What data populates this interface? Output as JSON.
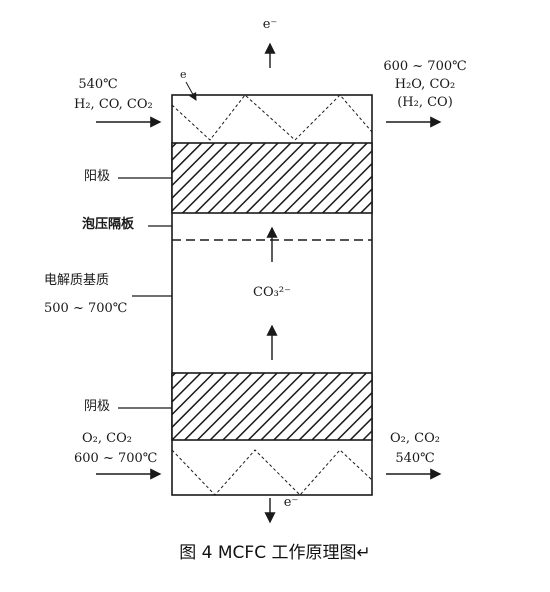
{
  "figure": {
    "caption": "图 4   MCFC  工作原理图↵"
  },
  "labels": {
    "electron_top": "e⁻",
    "electron_bottom": "e⁻",
    "electron_small": "e",
    "anode_inlet_temp": "540℃",
    "anode_inlet_gas": "H₂, CO, CO₂",
    "anode_outlet_temp": "600 ~ 700℃",
    "anode_outlet_gas": "H₂O, CO₂",
    "anode_outlet_gas2": "(H₂, CO)",
    "anode": "阳极",
    "bubble_barrier": "泡压隔板",
    "electrolyte": "电解质基质",
    "electrolyte_temp": "500 ~ 700℃",
    "carbonate_ion": "CO₃²⁻",
    "cathode": "阴极",
    "cathode_inlet_gas": "O₂, CO₂",
    "cathode_inlet_temp": "600 ~ 700℃",
    "cathode_outlet_gas": "O₂, CO₂",
    "cathode_outlet_temp": "540℃"
  },
  "colors": {
    "line": "#1a1a1a",
    "background": "#ffffff"
  }
}
